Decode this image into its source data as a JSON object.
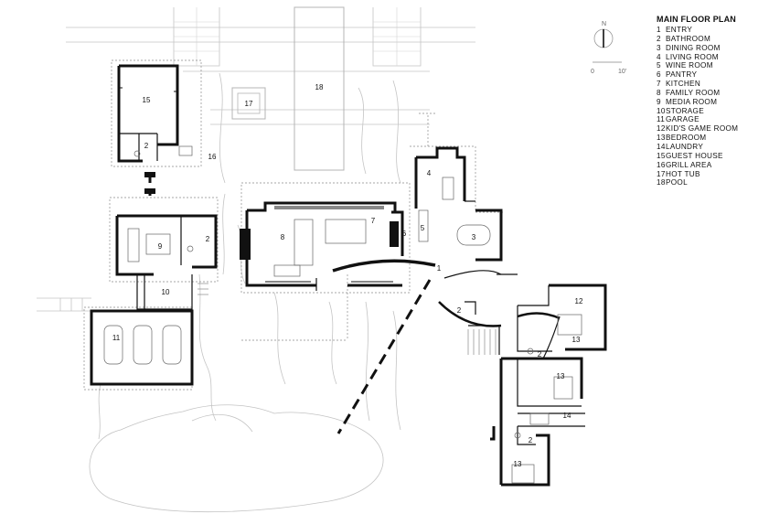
{
  "legend": {
    "title": "MAIN FLOOR PLAN",
    "items": [
      {
        "num": "1",
        "name": "ENTRY"
      },
      {
        "num": "2",
        "name": "BATHROOM"
      },
      {
        "num": "3",
        "name": "DINING ROOM"
      },
      {
        "num": "4",
        "name": "LIVING ROOM"
      },
      {
        "num": "5",
        "name": "WINE ROOM"
      },
      {
        "num": "6",
        "name": "PANTRY"
      },
      {
        "num": "7",
        "name": "KITCHEN"
      },
      {
        "num": "8",
        "name": "FAMILY ROOM"
      },
      {
        "num": "9",
        "name": "MEDIA ROOM"
      },
      {
        "num": "10",
        "name": "STORAGE"
      },
      {
        "num": "11",
        "name": "GARAGE"
      },
      {
        "num": "12",
        "name": "KID'S GAME ROOM"
      },
      {
        "num": "13",
        "name": "BEDROOM"
      },
      {
        "num": "14",
        "name": "LAUNDRY"
      },
      {
        "num": "15",
        "name": "GUEST HOUSE"
      },
      {
        "num": "16",
        "name": "GRILL AREA"
      },
      {
        "num": "17",
        "name": "HOT TUB"
      },
      {
        "num": "18",
        "name": "POOL"
      }
    ]
  },
  "compass": {
    "north_label": "N",
    "scale_start": "0",
    "scale_end": "10'"
  },
  "rooms": {
    "entry": "1",
    "bath_guest": "2",
    "bath_media": "2",
    "bath_entry": "2",
    "bath_bed1": "2",
    "bath_bed3": "2",
    "dining": "3",
    "living": "4",
    "wine": "5",
    "pantry": "6",
    "kitchen": "7",
    "family": "8",
    "media": "9",
    "storage": "10",
    "garage": "11",
    "game": "12",
    "bedroom1": "13",
    "bedroom2": "13",
    "bedroom3": "13",
    "laundry": "14",
    "guest_house": "15",
    "grill": "16",
    "hot_tub": "17",
    "pool": "18"
  }
}
